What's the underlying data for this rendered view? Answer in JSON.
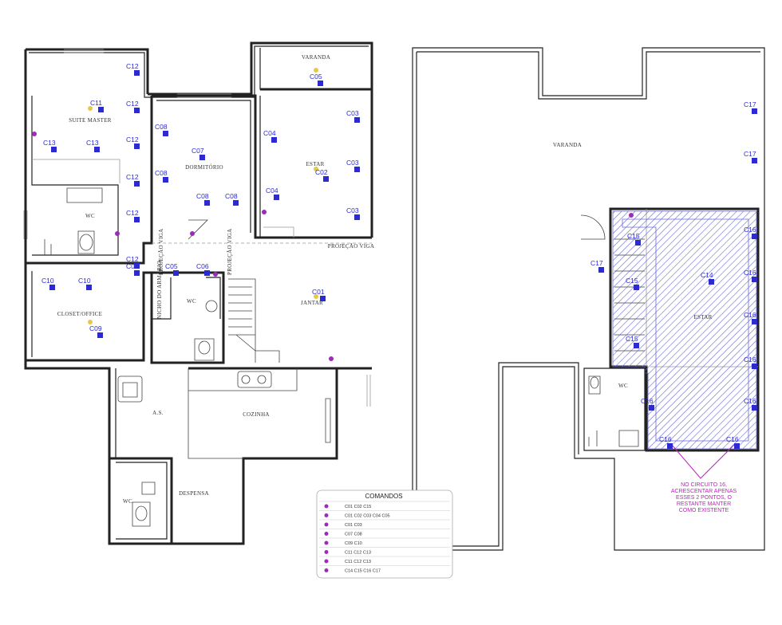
{
  "floor_plans": {
    "ground_floor": {
      "rooms": [
        {
          "id": "suite",
          "label": "SUITE MASTER"
        },
        {
          "id": "varanda_top",
          "label": "VARANDA"
        },
        {
          "id": "dormitorio",
          "label": "DORMITÓRIO"
        },
        {
          "id": "estar",
          "label": "ESTAR"
        },
        {
          "id": "wc_suite",
          "label": "WC"
        },
        {
          "id": "closet",
          "label": "CLOSET/OFFICE"
        },
        {
          "id": "wc_small",
          "label": "WC"
        },
        {
          "id": "jantar",
          "label": "JANTAR"
        },
        {
          "id": "as",
          "label": "A.S."
        },
        {
          "id": "cozinha",
          "label": "COZINHA"
        },
        {
          "id": "despensa",
          "label": "DESPENSA"
        },
        {
          "id": "wc_despensa",
          "label": "WC"
        }
      ],
      "annotations": [
        {
          "id": "projecao_viga_h",
          "label": "PROJEÇÃO VIGA"
        },
        {
          "id": "projecao_viga_v1",
          "label": "PROJEÇÃO VIGA"
        },
        {
          "id": "projecao_viga_v2",
          "label": "PROJEÇÃO VIGA"
        },
        {
          "id": "nicho",
          "label": "NICHO DO ARMÁRIO"
        }
      ],
      "circuit_labels": [
        "C12",
        "C12",
        "C11",
        "C12",
        "C13",
        "C13",
        "C12",
        "C12",
        "C12",
        "C10",
        "C10",
        "C09",
        "C06",
        "C05",
        "C06",
        "C08",
        "C07",
        "C08",
        "C08",
        "C08",
        "C05",
        "C03",
        "C04",
        "C02",
        "C03",
        "C04",
        "C03",
        "C01"
      ]
    },
    "upper_floor": {
      "rooms": [
        {
          "id": "varanda",
          "label": "VARANDA"
        },
        {
          "id": "estar2",
          "label": "ESTAR"
        },
        {
          "id": "wc2",
          "label": "WC"
        }
      ],
      "circuit_labels": [
        "C17",
        "C17",
        "C15",
        "C17",
        "C16",
        "C14",
        "C16",
        "C15",
        "C16",
        "C15",
        "C16",
        "C16",
        "C16",
        "C16",
        "C16"
      ],
      "note": [
        "NO CIRCUITO 16,",
        "ACRESCENTAR APENAS",
        "ESSES 2 PONTOS, O",
        "RESTANTE MANTER",
        "COMO EXISTENTE"
      ]
    }
  },
  "legend": {
    "title": "COMANDOS",
    "rows": [
      "C01  C02  C15",
      "C01  C02  C03  C04  C05",
      "C01  C03",
      "C07  C08",
      "C09  C10",
      "C11  C12  C13",
      "C11  C12  C13",
      "C14  C15  C16  C17"
    ]
  },
  "colors": {
    "wall": "#222222",
    "circuit_label": "#2b2bd0",
    "light_point": "#e8c84a",
    "switch_point": "#9b2bb8",
    "note": "#c01fc0",
    "hatch": "#6060d8"
  }
}
